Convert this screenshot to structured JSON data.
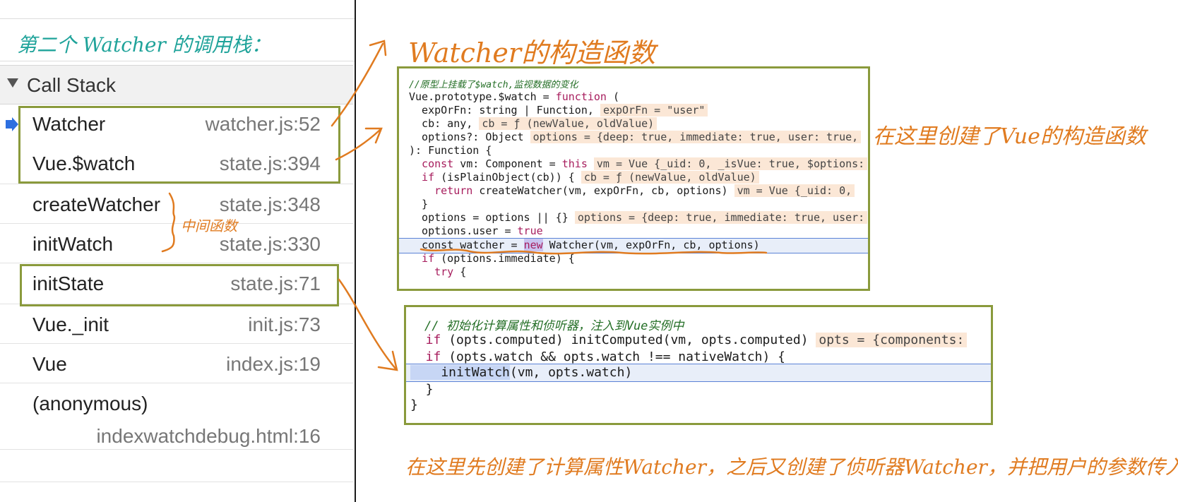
{
  "annotations": {
    "left_title": "第二个 Watcher 的调用栈：",
    "constructor_title": "Watcher的构造函数",
    "vue_created": "在这里创建了Vue的构造函数",
    "middle_fn": "中间函数",
    "bottom_note": "在这里先创建了计算属性Watcher，之后又创建了侦听器Watcher，并把用户的参数传入"
  },
  "call_stack": {
    "header": "Call Stack",
    "frames": [
      {
        "fn": "Watcher",
        "loc": "watcher.js:52"
      },
      {
        "fn": "Vue.$watch",
        "loc": "state.js:394"
      },
      {
        "fn": "createWatcher",
        "loc": "state.js:348"
      },
      {
        "fn": "initWatch",
        "loc": "state.js:330"
      },
      {
        "fn": "initState",
        "loc": "state.js:71"
      },
      {
        "fn": "Vue._init",
        "loc": "init.js:73"
      },
      {
        "fn": "Vue",
        "loc": "index.js:19"
      },
      {
        "fn": "(anonymous)",
        "loc": "indexwatchdebug.html:16"
      }
    ]
  },
  "code_top": {
    "l1": "//原型上挂载了$watch,监视数据的变化",
    "l2a": "Vue.prototype.$watch = ",
    "l2b": "function",
    "l2c": " (",
    "l3a": "  expOrFn: string | Function,",
    "l3h": "expOrFn = \"user\"",
    "l4a": "  cb: any,",
    "l4h": "cb = ƒ (newValue, oldValue)",
    "l5a": "  options?: Object",
    "l5h": "options = {deep: true, immediate: true, user: true,",
    "l6": "): Function {",
    "l7a": "  const",
    "l7b": " vm: Component = ",
    "l7c": "this",
    "l7h": "vm = Vue {_uid: 0, _isVue: true, $options:",
    "l8a": "  if",
    "l8b": " (isPlainObject(cb)) {",
    "l8h": "cb = ƒ (newValue, oldValue)",
    "l9a": "    return",
    "l9b": " createWatcher(vm, expOrFn, cb, options)",
    "l9h": "vm = Vue {_uid: 0,",
    "l10": "  }",
    "l11a": "  options = options || {}",
    "l11h": "options = {deep: true, immediate: true, user:",
    "l12a": "  options.user = ",
    "l12b": "true",
    "l13a": "  const watcher = ",
    "l13b": "new",
    "l13c": " Watcher(vm, expOrFn, cb, options)",
    "l14a": "  if",
    "l14b": " (options.immediate) {",
    "l15a": "    try",
    "l15b": " {"
  },
  "code_bottom": {
    "l1": "// 初始化计算属性和侦听器，注入到Vue实例中",
    "l2a": "  if",
    "l2b": " (opts.computed) initComputed(vm, opts.computed)",
    "l2h": "opts = {components:",
    "l3a": "  if",
    "l3b": " (opts.watch && opts.watch !== nativeWatch) {",
    "l4a": "    initWatch",
    "l4b": "(vm, opts.watch)",
    "l5": "  }",
    "l6": "}"
  },
  "colors": {
    "annotation": "#e07b20",
    "annotation_title": "#1fa39a",
    "box": "#8a9a3c",
    "highlight": "#e8eef9"
  }
}
